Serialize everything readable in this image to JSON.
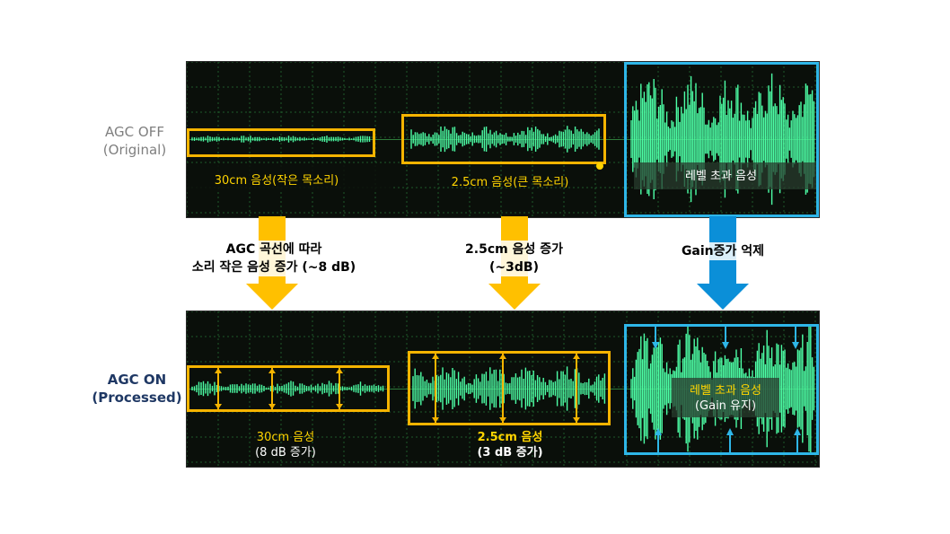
{
  "rows": {
    "off_label": [
      "AGC OFF",
      "(Original)"
    ],
    "on_label": [
      "AGC ON",
      "(Processed)"
    ]
  },
  "top_captions": {
    "seg1": "30cm 음성(작은 목소리)",
    "seg2": "2.5cm 음성(큰 목소리)",
    "seg3": "레벨 초과 음성"
  },
  "arrows": {
    "a1": [
      "AGC 곡선에 따라",
      "소리 작은 음성 증가 (~8 dB)"
    ],
    "a2": [
      "2.5cm 음성 증가",
      "(~3dB)"
    ],
    "a3": [
      "Gain증가 억제"
    ]
  },
  "bottom_captions": {
    "seg1": [
      "30cm 음성",
      "(8 dB 증가)"
    ],
    "seg2": [
      "2.5cm 음성",
      "(3 dB 증가)"
    ],
    "seg3": [
      "레벨 초과 음성",
      "(Gain 유지)"
    ]
  },
  "colors": {
    "wave": "#4dffa6",
    "grid": "#1f5a2a",
    "highlight": "#f5b400",
    "blue": "#2eb6e8",
    "arrow_yellow": "#ffc000",
    "arrow_blue": "#0b8fd8",
    "caption_yellow": "#ffd400"
  }
}
